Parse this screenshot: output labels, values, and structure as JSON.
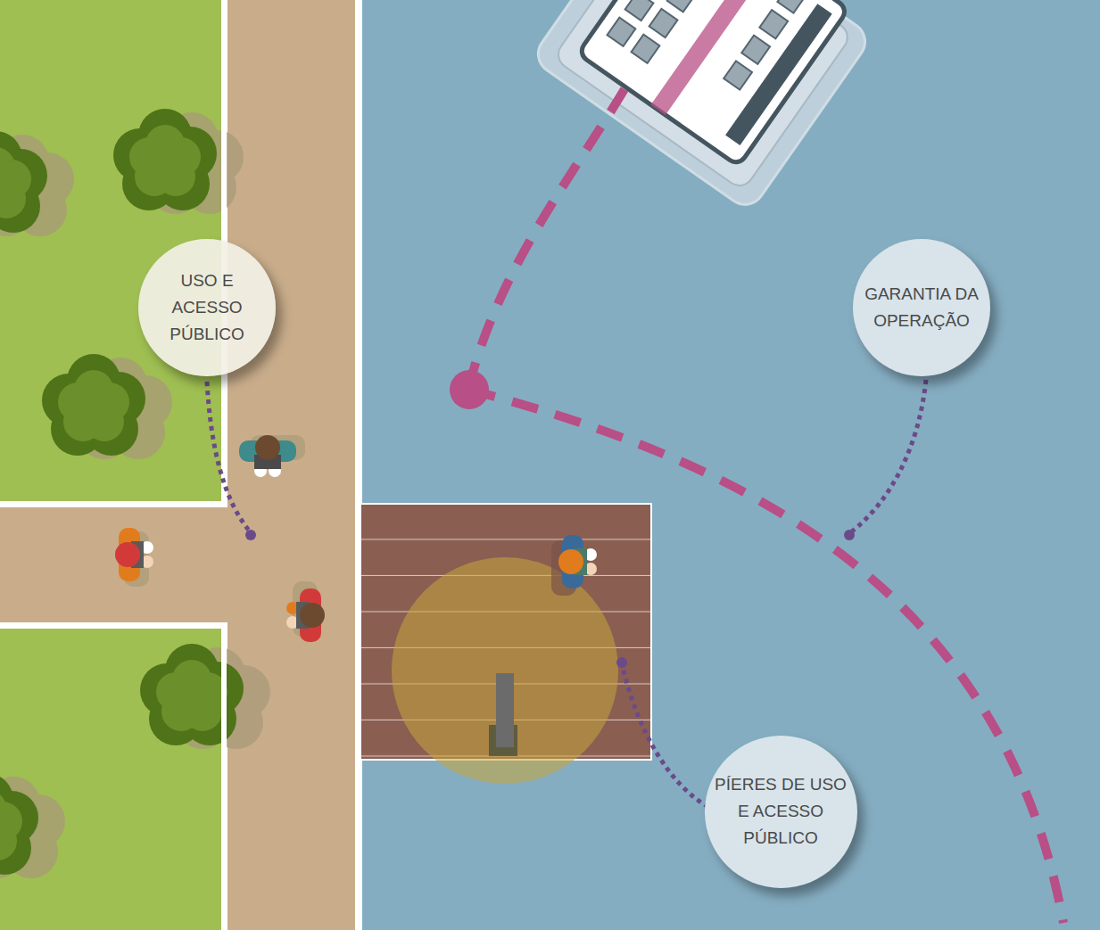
{
  "diagram": {
    "nodes": [
      {
        "text": [
          "USO E ACESSO PÚBLICO"
        ]
      },
      {
        "text": [
          "GARANTIA DA OPERAÇÃO"
        ]
      },
      {
        "text": [
          "PÍERES DE USO E ACESSO PÚBLICO"
        ]
      }
    ]
  }
}
